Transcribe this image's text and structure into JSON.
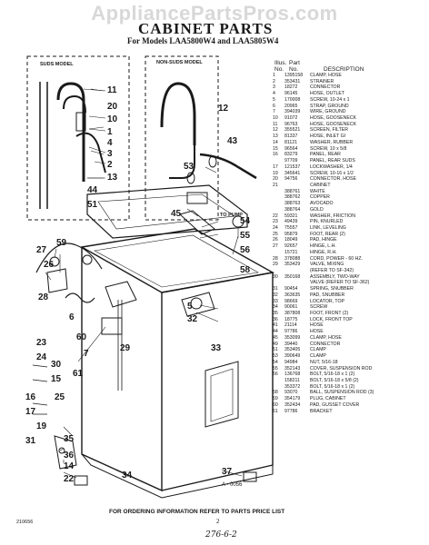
{
  "watermark": "AppliancePartsPros.com",
  "title": "CABINET PARTS",
  "subtitle": "For Models LAA5800W4 and LAA5805W4",
  "labels": {
    "suds_model": "SUDS MODEL",
    "non_suds_model": "NON-SUDS MODEL",
    "to_pump": "TO PUMP"
  },
  "table_header": {
    "illus_no": "Illus. No.",
    "part_no": "Part No.",
    "description": "DESCRIPTION"
  },
  "parts": [
    [
      "1",
      "1395158",
      "CLAMP, HOSE"
    ],
    [
      "2",
      "353431",
      "STRAINER"
    ],
    [
      "3",
      "18272",
      "CONNECTOR"
    ],
    [
      "4",
      "96145",
      "HOSE, OUTLET"
    ],
    [
      "5",
      "170008",
      "SCREW, 10-24 x 1"
    ],
    [
      "6",
      "20965",
      "STRAP, GROUND"
    ],
    [
      "7",
      "394039",
      "WIRE, GROUND"
    ],
    [
      "10",
      "91072",
      "HOSE, GOOSENECK"
    ],
    [
      "11",
      "96763",
      "HOSE, GOOSENECK"
    ],
    [
      "12",
      "355521",
      "SCREEN, FILTER"
    ],
    [
      "13",
      "81337",
      "HOSE, INLET GI"
    ],
    [
      "14",
      "81121",
      "WASHER, RUBBER"
    ],
    [
      "15",
      "96564",
      "SCREW, 10 x 5/8"
    ],
    [
      "16",
      "83279",
      "PANEL, REAR"
    ],
    [
      "",
      "97709",
      "PANEL, REAR SUDS"
    ],
    [
      "17",
      "121537",
      "LOCKWASHER, 1/4"
    ],
    [
      "19",
      "345641",
      "SCREW, 10-16 x 1/2"
    ],
    [
      "20",
      "94756",
      "CONNECTOR, HOSE"
    ],
    [
      "21",
      "",
      "CABINET"
    ],
    [
      "",
      "388761",
      "WHITE"
    ],
    [
      "",
      "388762",
      "COPPER"
    ],
    [
      "",
      "388763",
      "AVOCADO"
    ],
    [
      "",
      "388764",
      "GOLD"
    ],
    [
      "22",
      "59321",
      "WASHER, FRICTION"
    ],
    [
      "23",
      "49439",
      "PIN, KNURLED"
    ],
    [
      "24",
      "75557",
      "LINK, LEVELING"
    ],
    [
      "25",
      "95879",
      "FOOT, REAR (2)"
    ],
    [
      "26",
      "18049",
      "PAD, HINGE"
    ],
    [
      "27",
      "92657",
      "HINGE, L.H."
    ],
    [
      "",
      "15721",
      "HINGE, R.H."
    ],
    [
      "28",
      "378088",
      "CORD, POWER - 60 HZ."
    ],
    [
      "29",
      "353429",
      "VALVE, MIXING"
    ],
    [
      "",
      "",
      "(REFER TO SF-342)"
    ],
    [
      "30",
      "350168",
      "ASSEMBLY, TWO-WAY"
    ],
    [
      "",
      "",
      "VALVE (REFER TO SF-362)"
    ],
    [
      "31",
      "90454",
      "SPRING, SNUBBER"
    ],
    [
      "32",
      "363635",
      "PAD, SNUBBER"
    ],
    [
      "33",
      "98669",
      "LOCATOR, TOP"
    ],
    [
      "34",
      "90061",
      "SCREW"
    ],
    [
      "35",
      "387808",
      "FOOT, FRONT (2)"
    ],
    [
      "36",
      "18775",
      "LOCK, FRONT TOP"
    ],
    [
      "41",
      "21114",
      "HOSE"
    ],
    [
      "44",
      "97786",
      "HOSE"
    ],
    [
      "45",
      "353099",
      "CLAMP, HOSE"
    ],
    [
      "49",
      "39440",
      "CONNECTOR"
    ],
    [
      "51",
      "353405",
      "CLAMP"
    ],
    [
      "53",
      "390649",
      "CLAMP"
    ],
    [
      "54",
      "94984",
      "NUT, 5/16-18"
    ],
    [
      "55",
      "352143",
      "COVER, SUSPENSION ROD"
    ],
    [
      "56",
      "136768",
      "BOLT, 5/16-18 x 1 (2)"
    ],
    [
      "",
      "158211",
      "BOLT, 5/16-18 x 5/8 (2)"
    ],
    [
      "",
      "353372",
      "BOLT, 5/16-18 x 1 (2)"
    ],
    [
      "58",
      "93070",
      "BALL, SUSPENSION ROD (3)"
    ],
    [
      "59",
      "354179",
      "PLUG, CABINET"
    ],
    [
      "60",
      "352434",
      "PAD, GUSSET COVER"
    ],
    [
      "61",
      "97786",
      "BRACKET"
    ]
  ],
  "callouts": [
    "11",
    "20",
    "10",
    "1",
    "4",
    "3",
    "2",
    "13",
    "12",
    "43",
    "53",
    "44",
    "51",
    "45",
    "54",
    "55",
    "56",
    "58",
    "27",
    "59",
    "26",
    "28",
    "6",
    "60",
    "7",
    "61",
    "5",
    "32",
    "33",
    "29",
    "30",
    "15",
    "16",
    "17",
    "19",
    "31",
    "34",
    "35",
    "36",
    "14",
    "22",
    "23",
    "24",
    "25",
    "37"
  ],
  "figure_id": "A - 0056",
  "footer": "FOR ORDERING INFORMATION REFER TO PARTS PRICE LIST",
  "doc_id": "210656",
  "page_number": "2",
  "handwritten_note": "276-6-2"
}
